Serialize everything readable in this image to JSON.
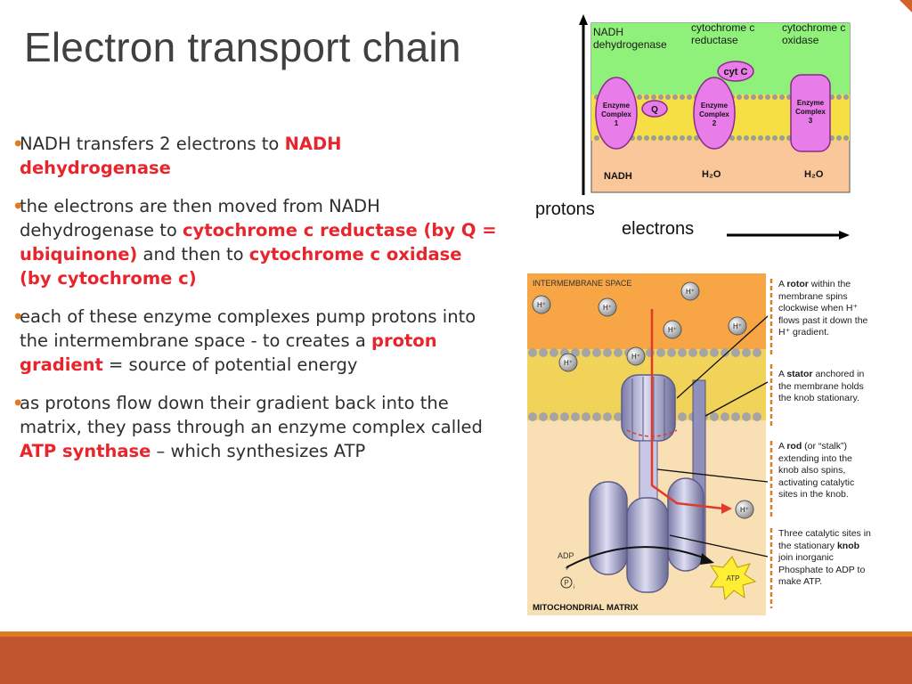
{
  "slide": {
    "title": "Electron transport chain"
  },
  "bullets": [
    {
      "parts": [
        {
          "text": "NADH transfers 2 electrons to ",
          "hl": false
        },
        {
          "text": "NADH dehydrogenase",
          "hl": true
        }
      ]
    },
    {
      "parts": [
        {
          "text": " the electrons are then moved from NADH dehydrogenase to ",
          "hl": false
        },
        {
          "text": "cytochrome c reductase (by Q = ubiquinone)",
          "hl": true
        },
        {
          "text": " and then to ",
          "hl": false
        },
        {
          "text": "cytochrome c oxidase (by cytochrome c)",
          "hl": true
        }
      ]
    },
    {
      "parts": [
        {
          "text": "each of these enzyme complexes pump protons into the intermembrane space - to creates a ",
          "hl": false
        },
        {
          "text": "proton gradient",
          "hl": true
        },
        {
          "text": " = source of potential energy",
          "hl": false
        }
      ]
    },
    {
      "parts": [
        {
          "text": "as protons flow down their gradient back into the matrix, they pass through an enzyme complex called ",
          "hl": false
        },
        {
          "text": "ATP synthase",
          "hl": true
        },
        {
          "text": " – which synthesizes ATP",
          "hl": false
        }
      ]
    }
  ],
  "etc_figure": {
    "label_nadh_dehydrogenase_1": "NADH",
    "label_nadh_dehydrogenase_2": "dehydrogenase",
    "label_reductase_1": "cytochrome c",
    "label_reductase_2": "reductase",
    "label_oxidase_1": "cytochrome c",
    "label_oxidase_2": "oxidase",
    "cyt_c": "cyt C",
    "q": "Q",
    "complex1": [
      "Enzyme",
      "Complex",
      "1"
    ],
    "complex2": [
      "Enzyme",
      "Complex",
      "2"
    ],
    "complex3": [
      "Enzyme",
      "Complex",
      "3"
    ],
    "nadh": "NADH",
    "h2o_a": "H₂O",
    "h2o_b": "H₂O",
    "protons": "protons",
    "electrons": "electrons"
  },
  "atp_figure": {
    "intermembrane": "INTERMEMBRANE SPACE",
    "matrix": "MITOCHONDRIAL MATRIX",
    "proton": "H⁺",
    "adp": "ADP",
    "plus": "+",
    "pi": "P",
    "pi_sub": "i",
    "atp": "ATP",
    "captions": [
      {
        "pre": "A ",
        "bold": "rotor",
        "post": " within the membrane spins clockwise when H⁺ flows past it down the H⁺ gradient."
      },
      {
        "pre": "A ",
        "bold": "stator",
        "post": " anchored in the membrane holds the knob stationary."
      },
      {
        "pre": "A ",
        "bold": "rod",
        "post": " (or “stalk”) extending into the knob also spins, activating catalytic sites in the knob."
      },
      {
        "pre": "Three catalytic sites in the stationary ",
        "bold": "knob",
        "post": " join inorganic Phosphate to ADP to make ATP."
      }
    ]
  },
  "colors": {
    "accent": "#e07b1f",
    "footer": "#c05530",
    "highlight": "#e8242c",
    "enzyme": "#e87ce8",
    "intermembrane_green": "#8ff07a",
    "matrix_tan": "#f9c79a"
  }
}
